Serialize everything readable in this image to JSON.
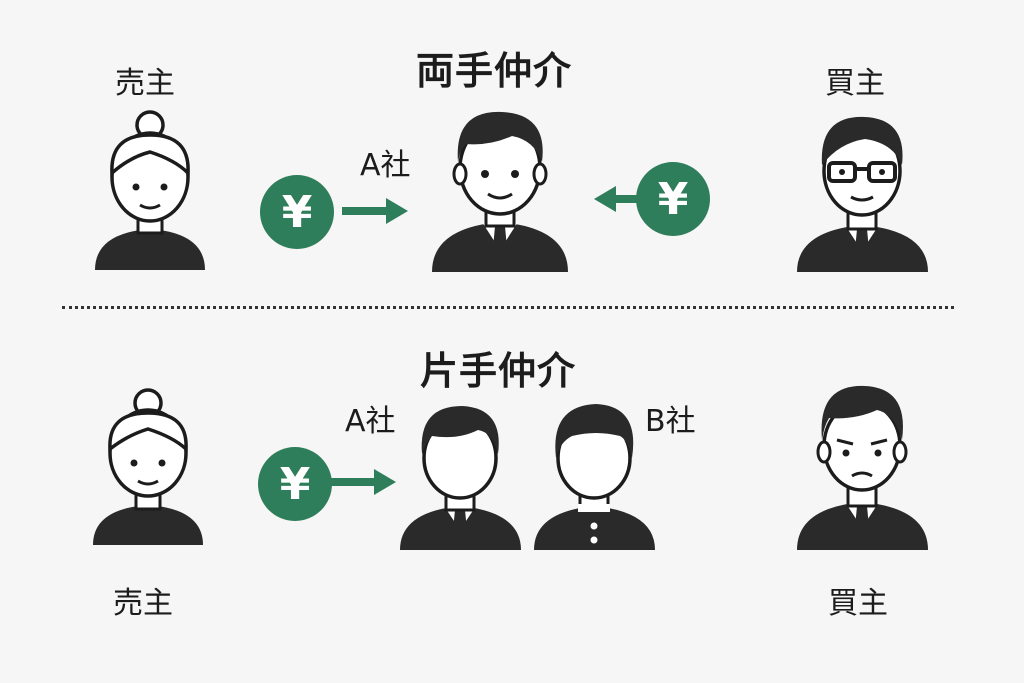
{
  "colors": {
    "accent": "#2e7d5b",
    "ink": "#1c1c1c",
    "background": "#f6f6f6"
  },
  "top": {
    "title": "両手仲介",
    "seller_label": "売主",
    "buyer_label": "買主",
    "agent_label": "A社",
    "coin_symbol": "¥"
  },
  "bottom": {
    "title": "片手仲介",
    "seller_label": "売主",
    "buyer_label": "買主",
    "agent_a_label": "A社",
    "agent_b_label": "B社",
    "coin_symbol": "¥"
  },
  "icons": [
    "seller-woman-icon",
    "agent-man-icon",
    "buyer-man-glasses-icon",
    "yen-coin-icon",
    "arrow-right-icon",
    "arrow-left-icon",
    "agent-silhouette-icon",
    "buyer-man-icon"
  ]
}
